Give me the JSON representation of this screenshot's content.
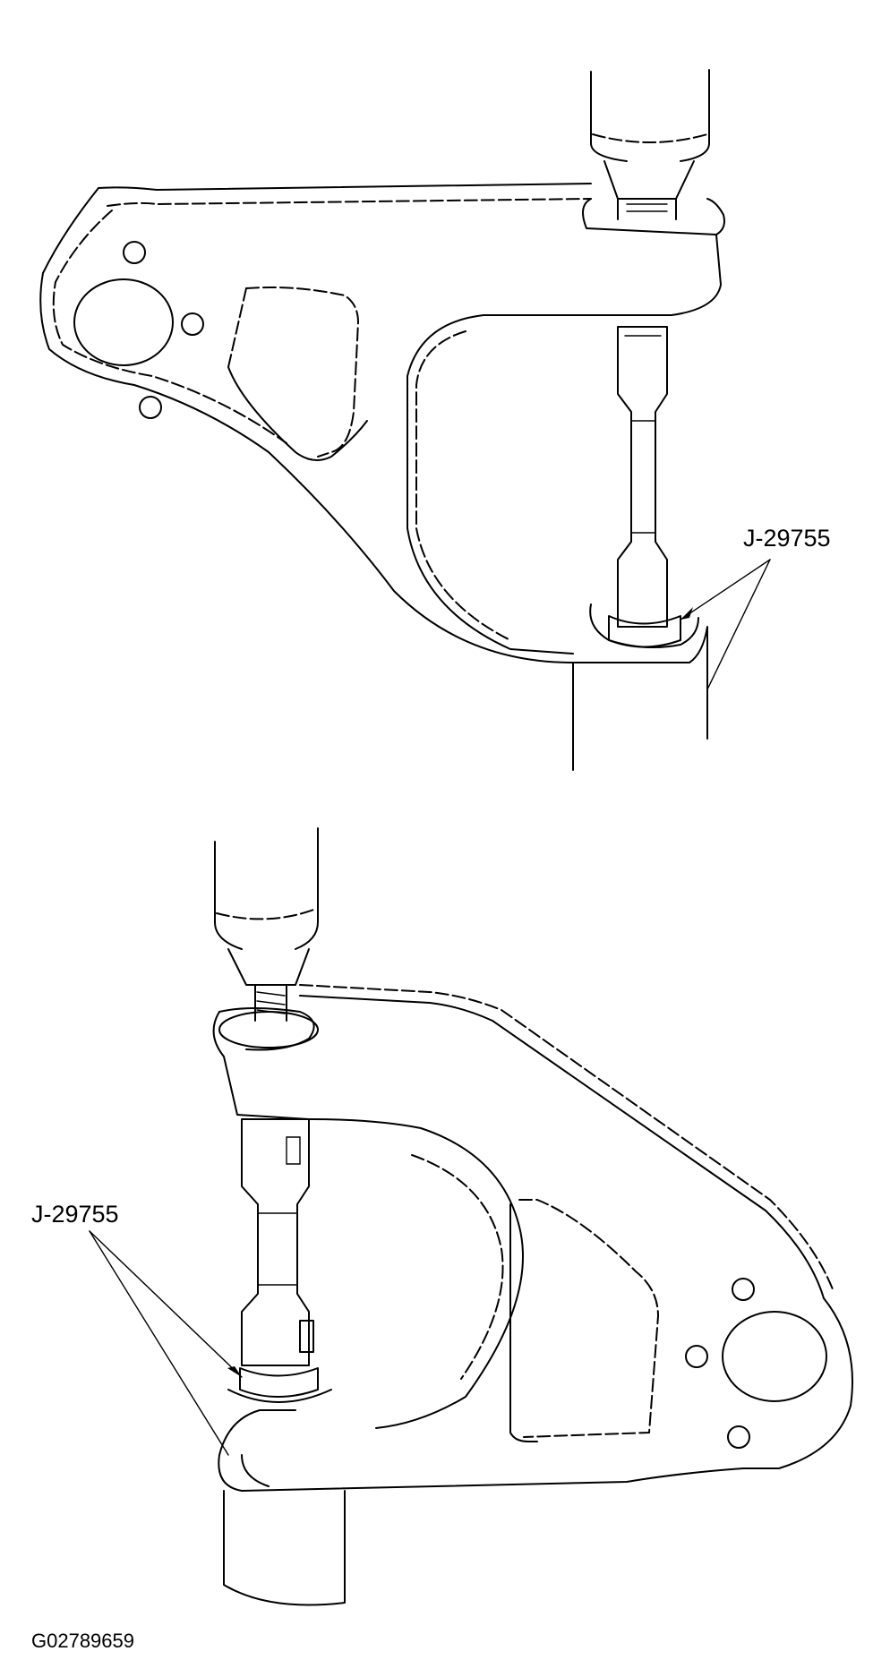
{
  "callouts": {
    "top_tool_label": "J-29755",
    "bottom_tool_label": "J-29755"
  },
  "figure_code": "G02789659"
}
